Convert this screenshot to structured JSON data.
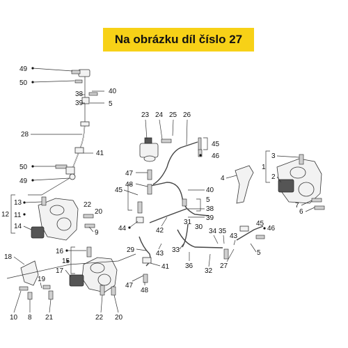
{
  "banner": {
    "text": "Na obrázku díl číslo 27",
    "color": "#f7d117"
  },
  "callouts": [
    {
      "id": "c49a",
      "t": "49"
    },
    {
      "id": "c50a",
      "t": "50"
    },
    {
      "id": "c38a",
      "t": "38"
    },
    {
      "id": "c40a",
      "t": "40"
    },
    {
      "id": "c39a",
      "t": "39"
    },
    {
      "id": "c5a",
      "t": "5"
    },
    {
      "id": "c28",
      "t": "28"
    },
    {
      "id": "c41a",
      "t": "41"
    },
    {
      "id": "c50b",
      "t": "50"
    },
    {
      "id": "c49b",
      "t": "49"
    },
    {
      "id": "c23",
      "t": "23"
    },
    {
      "id": "c24",
      "t": "24"
    },
    {
      "id": "c25",
      "t": "25"
    },
    {
      "id": "c26",
      "t": "26"
    },
    {
      "id": "c45a",
      "t": "45"
    },
    {
      "id": "c46a",
      "t": "46"
    },
    {
      "id": "c47a",
      "t": "47"
    },
    {
      "id": "c48a",
      "t": "48"
    },
    {
      "id": "c4",
      "t": "4"
    },
    {
      "id": "c3",
      "t": "3"
    },
    {
      "id": "c1",
      "t": "1"
    },
    {
      "id": "c2",
      "t": "2"
    },
    {
      "id": "c7",
      "t": "7"
    },
    {
      "id": "c6",
      "t": "6"
    },
    {
      "id": "c40b",
      "t": "40"
    },
    {
      "id": "c5b",
      "t": "5"
    },
    {
      "id": "c38b",
      "t": "38"
    },
    {
      "id": "c39b",
      "t": "39"
    },
    {
      "id": "c45b",
      "t": "45"
    },
    {
      "id": "c44",
      "t": "44"
    },
    {
      "id": "c42",
      "t": "42"
    },
    {
      "id": "c31",
      "t": "31"
    },
    {
      "id": "c30",
      "t": "30"
    },
    {
      "id": "c34",
      "t": "34"
    },
    {
      "id": "c35",
      "t": "35"
    },
    {
      "id": "c43a",
      "t": "43"
    },
    {
      "id": "c45c",
      "t": "45"
    },
    {
      "id": "c46b",
      "t": "46"
    },
    {
      "id": "c33",
      "t": "33"
    },
    {
      "id": "c32",
      "t": "32"
    },
    {
      "id": "c27",
      "t": "27"
    },
    {
      "id": "c5c",
      "t": "5"
    },
    {
      "id": "c36",
      "t": "36"
    },
    {
      "id": "c29",
      "t": "29"
    },
    {
      "id": "c43b",
      "t": "43"
    },
    {
      "id": "c41b",
      "t": "41"
    },
    {
      "id": "c13",
      "t": "13"
    },
    {
      "id": "c12",
      "t": "12"
    },
    {
      "id": "c11",
      "t": "11"
    },
    {
      "id": "c14",
      "t": "14"
    },
    {
      "id": "c22a",
      "t": "22"
    },
    {
      "id": "c20a",
      "t": "20"
    },
    {
      "id": "c9",
      "t": "9"
    },
    {
      "id": "c16",
      "t": "16"
    },
    {
      "id": "c15",
      "t": "15"
    },
    {
      "id": "c17",
      "t": "17"
    },
    {
      "id": "c18",
      "t": "18"
    },
    {
      "id": "c19",
      "t": "19"
    },
    {
      "id": "c10",
      "t": "10"
    },
    {
      "id": "c8",
      "t": "8"
    },
    {
      "id": "c21",
      "t": "21"
    },
    {
      "id": "c22b",
      "t": "22"
    },
    {
      "id": "c20b",
      "t": "20"
    },
    {
      "id": "c47b",
      "t": "47"
    },
    {
      "id": "c48b",
      "t": "48"
    }
  ]
}
